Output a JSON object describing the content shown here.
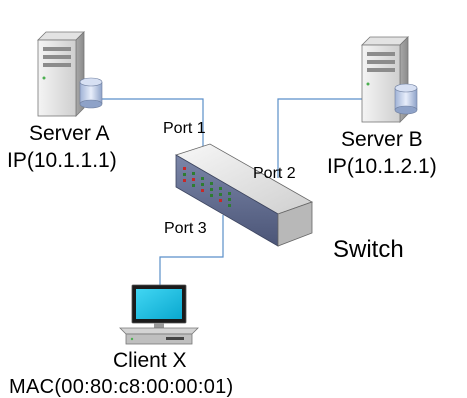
{
  "server_a": {
    "name": "Server A",
    "ip": "IP(10.1.1.1)"
  },
  "server_b": {
    "name": "Server B",
    "ip": "IP(10.1.2.1)"
  },
  "client": {
    "name": "Client X",
    "mac": "MAC(00:80:c8:00:00:01)"
  },
  "switch": {
    "label": "Switch"
  },
  "ports": {
    "port1": "Port 1",
    "port2": "Port 2",
    "port3": "Port 3"
  },
  "colors": {
    "cable": "#5b8fc9",
    "server_body": "#d9d9d9",
    "switch_body": "#e8e8e8",
    "monitor_screen": "#17c3e6",
    "led": "#2e7d32"
  }
}
